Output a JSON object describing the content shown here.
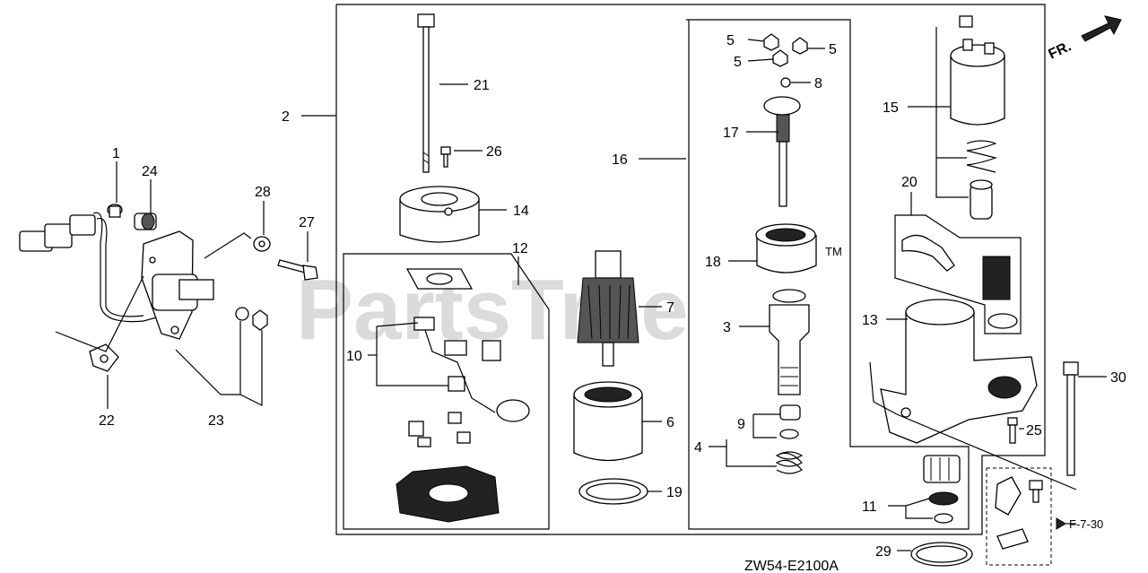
{
  "watermark": {
    "text": "PartsTree",
    "tm": "TM"
  },
  "direction_indicator": {
    "label": "FR."
  },
  "diagram_code": "ZW54-E2100A",
  "page_ref": "F-7-30",
  "callouts": {
    "c1": "1",
    "c2": "2",
    "c3": "3",
    "c4": "4",
    "c5a": "5",
    "c5b": "5",
    "c5c": "5",
    "c6": "6",
    "c7": "7",
    "c8": "8",
    "c9": "9",
    "c10": "10",
    "c11": "11",
    "c12": "12",
    "c13": "13",
    "c14": "14",
    "c15": "15",
    "c16": "16",
    "c17": "17",
    "c18": "18",
    "c19": "19",
    "c20": "20",
    "c21": "21",
    "c22": "22",
    "c23": "23",
    "c24": "24",
    "c25": "25",
    "c26": "26",
    "c27": "27",
    "c28": "28",
    "c29": "29",
    "c30": "30"
  }
}
